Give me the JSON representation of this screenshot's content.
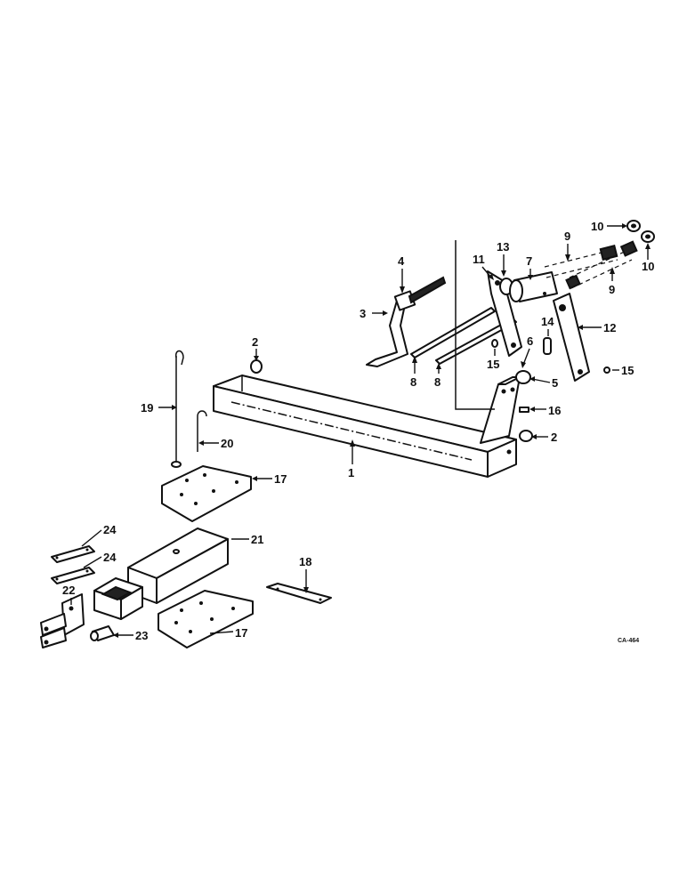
{
  "drawing": {
    "code": "CA-464"
  },
  "callouts": [
    {
      "id": "c1",
      "text": "1"
    },
    {
      "id": "c2a",
      "text": "2"
    },
    {
      "id": "c2b",
      "text": "2"
    },
    {
      "id": "c3",
      "text": "3"
    },
    {
      "id": "c4",
      "text": "4"
    },
    {
      "id": "c5",
      "text": "5"
    },
    {
      "id": "c6",
      "text": "6"
    },
    {
      "id": "c7",
      "text": "7"
    },
    {
      "id": "c8a",
      "text": "8"
    },
    {
      "id": "c8b",
      "text": "8"
    },
    {
      "id": "c9a",
      "text": "9"
    },
    {
      "id": "c9b",
      "text": "9"
    },
    {
      "id": "c10a",
      "text": "10"
    },
    {
      "id": "c10b",
      "text": "10"
    },
    {
      "id": "c11",
      "text": "11"
    },
    {
      "id": "c12",
      "text": "12"
    },
    {
      "id": "c13",
      "text": "13"
    },
    {
      "id": "c14",
      "text": "14"
    },
    {
      "id": "c15a",
      "text": "15"
    },
    {
      "id": "c15b",
      "text": "15"
    },
    {
      "id": "c16",
      "text": "16"
    },
    {
      "id": "c17a",
      "text": "17"
    },
    {
      "id": "c17b",
      "text": "17"
    },
    {
      "id": "c18",
      "text": "18"
    },
    {
      "id": "c19",
      "text": "19"
    },
    {
      "id": "c20",
      "text": "20"
    },
    {
      "id": "c21",
      "text": "21"
    },
    {
      "id": "c22",
      "text": "22"
    },
    {
      "id": "c23",
      "text": "23"
    },
    {
      "id": "c24a",
      "text": "24"
    },
    {
      "id": "c24b",
      "text": "24"
    }
  ]
}
